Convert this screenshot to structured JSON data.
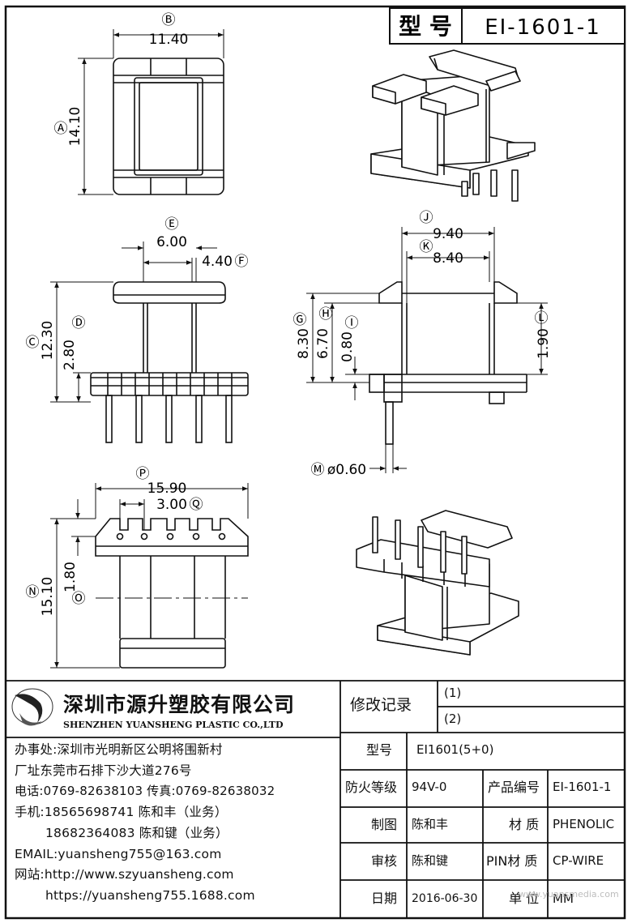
{
  "header": {
    "model_label": "型 号",
    "model_value": "EI-1601-1"
  },
  "dims": {
    "A": "Ⓐ",
    "B": "Ⓑ",
    "C": "Ⓒ",
    "D": "Ⓓ",
    "E": "Ⓔ",
    "F": "Ⓕ",
    "G": "Ⓖ",
    "H": "Ⓗ",
    "I": "Ⓘ",
    "J": "Ⓙ",
    "K": "Ⓚ",
    "L": "Ⓛ",
    "M": "Ⓜ",
    "N": "Ⓝ",
    "O": "Ⓞ",
    "P": "Ⓟ",
    "Q": "Ⓠ",
    "top_width": "11.40",
    "top_height": "14.10",
    "front_e": "6.00",
    "front_f": "4.40",
    "front_c": "12.30",
    "front_d": "2.80",
    "side_j": "9.40",
    "side_k": "8.40",
    "side_g": "8.30",
    "side_h": "6.70",
    "side_i": "0.80",
    "side_l": "1.90",
    "pin_dia": "ø0.60",
    "bottom_p": "15.90",
    "bottom_q": "3.00",
    "bottom_n": "15.10",
    "bottom_o": "1.80"
  },
  "company": {
    "name_cn": "深圳市源升塑胶有限公司",
    "name_en": "SHENZHEN YUANSHENG PLASTIC CO.,LTD",
    "office": "办事处:深圳市光明新区公明将围新村",
    "factory": "厂址东莞市石排下沙大道276号",
    "phone": "电话:0769-82638103 传真:0769-82638032",
    "mobile1": "手机:18565698741 陈和丰（业务）",
    "mobile2": "18682364083 陈和键（业务）",
    "email": "EMAIL:yuansheng755@163.com",
    "web1": "网站:http://www.szyuansheng.com",
    "web2": "https://yuansheng755.1688.com"
  },
  "revisions": {
    "label": "修改记录",
    "row1": "(1)",
    "row2": "(2)"
  },
  "specs": {
    "model_label": "型号",
    "model_value": "EI1601(5+0)",
    "fire_label": "防火等级",
    "fire_value": "94V-0",
    "product_no_label": "产品编号",
    "product_no_value": "EI-1601-1",
    "drawn_label": "制图",
    "drawn_value": "陈和丰",
    "material_label": "材 质",
    "material_value": "PHENOLIC",
    "checked_label": "审核",
    "checked_value": "陈和键",
    "pin_material_label": "PIN材 质",
    "pin_material_value": "CP-WIRE",
    "date_label": "日期",
    "date_value": "2016-06-30",
    "unit_label": "单 位",
    "unit_value": "MM"
  },
  "watermark": "www.yuansmedia.com"
}
